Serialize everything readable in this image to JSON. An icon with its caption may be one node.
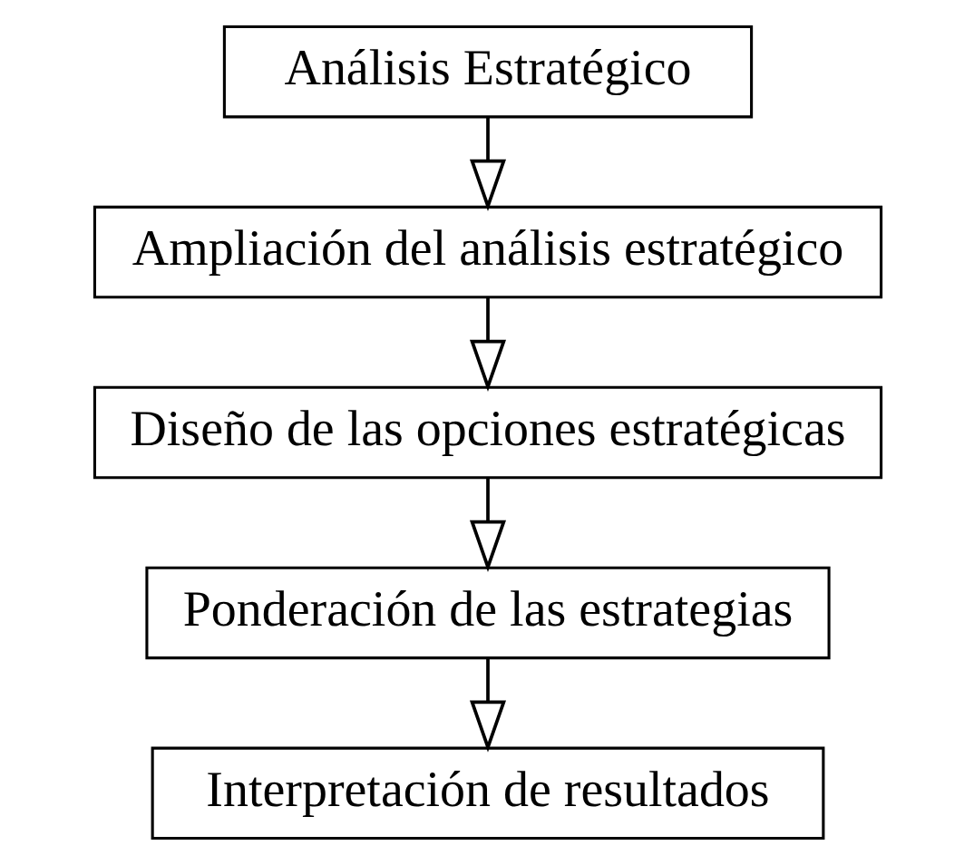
{
  "diagram": {
    "nodes": [
      {
        "text": [
          "Análisis Estratégico"
        ]
      },
      {
        "text": [
          "Ampliación del análisis estratégico"
        ]
      },
      {
        "text": [
          "Diseño de las opciones estratégicas"
        ]
      },
      {
        "text": [
          "Ponderación de las estrategias"
        ]
      },
      {
        "text": [
          "Interpretación de resultados"
        ]
      }
    ],
    "edges": [
      {
        "from": 0,
        "to": 1,
        "arrow": "to"
      },
      {
        "from": 1,
        "to": 2,
        "arrow": "to"
      },
      {
        "from": 2,
        "to": 3,
        "arrow": "to"
      },
      {
        "from": 3,
        "to": 4,
        "arrow": "to"
      }
    ]
  }
}
